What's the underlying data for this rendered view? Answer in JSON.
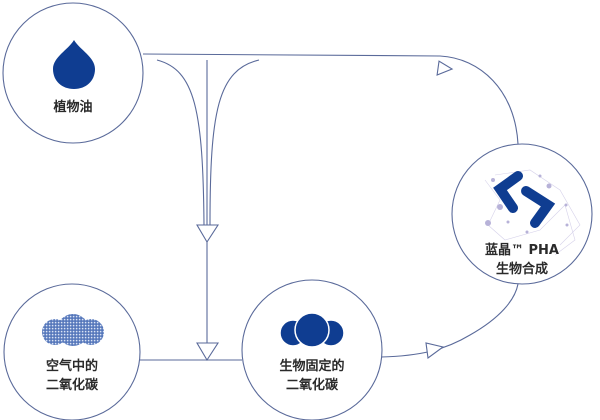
{
  "nodes": {
    "plant_oil": {
      "label": "植物油",
      "icon": "oil-drop-icon"
    },
    "air_co2": {
      "line1": "空气中的",
      "line2": "二氧化碳",
      "icon": "co2-cloud-outline-icon"
    },
    "fixed_co2": {
      "line1": "生物固定的",
      "line2": "二氧化碳",
      "icon": "co2-cloud-solid-icon"
    },
    "pha": {
      "line1": "蓝晶™ PHA",
      "line2": "生物合成",
      "icon": "molecule-logo-icon"
    }
  },
  "colors": {
    "brand": "#0f3d91",
    "line": "#5a6a9a",
    "pattern": "#5a7dc0",
    "dots": "#b7b2d8"
  }
}
